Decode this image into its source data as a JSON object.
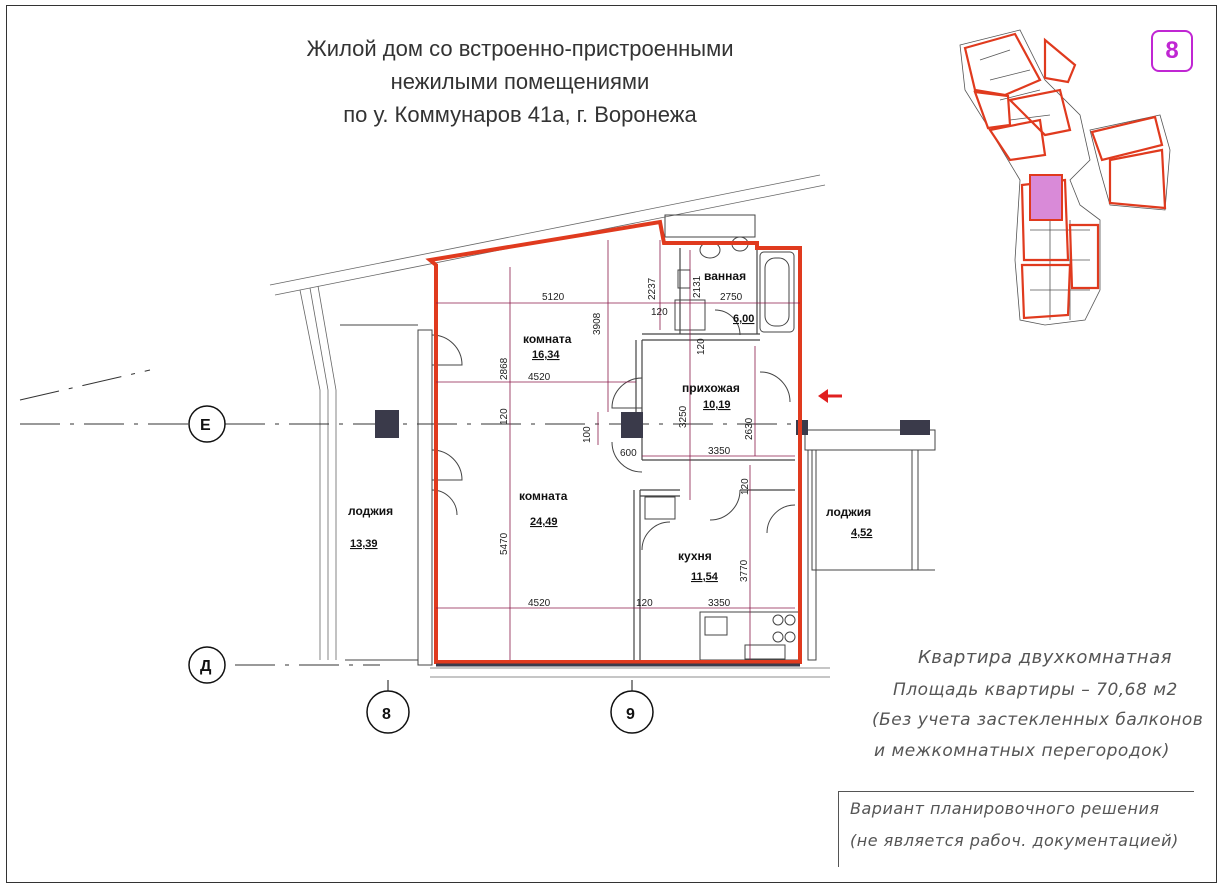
{
  "header": {
    "title_lines": [
      "Жилой дом со встроенно-пристроенными",
      "нежилыми помещениями",
      "по у. Коммунаров 41а, г. Воронежа"
    ]
  },
  "badge": "8",
  "rooms": {
    "room1": {
      "name": "комната",
      "area": "16,34"
    },
    "room2": {
      "name": "комната",
      "area": "24,49"
    },
    "hall": {
      "name": "прихожая",
      "area": "10,19"
    },
    "bath": {
      "name": "ванная",
      "area": "6,00"
    },
    "kitchen": {
      "name": "кухня",
      "area": "11,54"
    },
    "loggia_left": {
      "name": "лоджия",
      "area": "13,39"
    },
    "loggia_right": {
      "name": "лоджия",
      "area": "4,52"
    }
  },
  "dimensions": {
    "d5120": "5120",
    "d4520a": "4520",
    "d4520b": "4520",
    "d2750": "2750",
    "d3350a": "3350",
    "d3350b": "3350",
    "d2868": "2868",
    "d3908": "3908",
    "d2237": "2237",
    "d2131": "2131",
    "d5470": "5470",
    "d3250": "3250",
    "d2630": "2630",
    "d3770": "3770",
    "d120a": "120",
    "d120b": "120",
    "d120c": "120",
    "d120d": "120",
    "d120e": "120",
    "d100": "100",
    "d600": "600"
  },
  "axes": {
    "e": "Е",
    "d": "Д",
    "n8": "8",
    "n9": "9"
  },
  "info": {
    "line1": "Квартира двухкомнатная",
    "line2": "Площадь квартиры – 70,68 м2",
    "line3": "(Без учета застекленных балконов",
    "line4": "и межкомнатных перегородок)",
    "variant1": "Вариант планировочного решения",
    "variant2": "(не является рабоч. документацией)"
  },
  "colors": {
    "outline": "#e03a1e",
    "dim": "#8b1a4a",
    "badge": "#c026d3",
    "highlight": "#d98ad8"
  }
}
